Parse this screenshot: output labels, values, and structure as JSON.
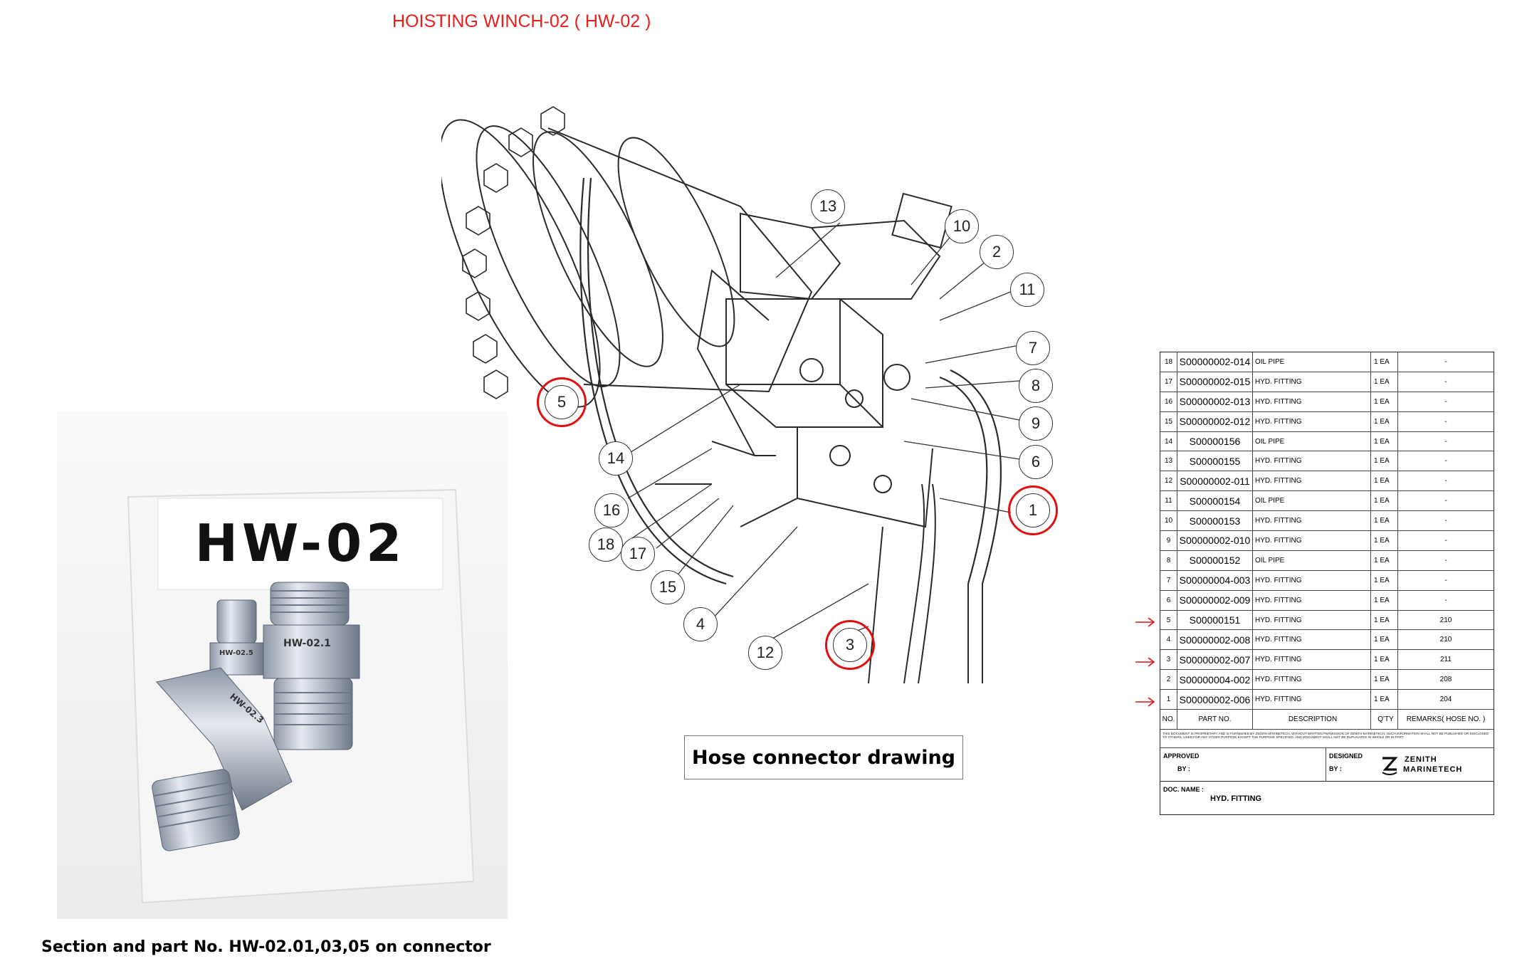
{
  "title": "HOISTING WINCH-02 ( HW-02 )",
  "photo": {
    "bag_label": "HW-02",
    "fitting_labels": [
      "HW-02.1",
      "HW-02.5",
      "HW-02.3"
    ]
  },
  "photo_caption": "Section and part No.  HW-02.01,03,05 on connector",
  "drawing_caption": "Hose connector drawing",
  "callouts": [
    "13",
    "10",
    "2",
    "11",
    "7",
    "8",
    "9",
    "6",
    "1",
    "5",
    "14",
    "16",
    "18",
    "17",
    "15",
    "4",
    "12",
    "3"
  ],
  "highlighted_callouts": [
    "5",
    "1",
    "3"
  ],
  "bom": {
    "header": {
      "no": "NO.",
      "part": "PART NO.",
      "desc": "DESCRIPTION",
      "qty": "Q'TY",
      "remarks": "REMARKS( HOSE NO. )"
    },
    "rows": [
      {
        "no": "18",
        "part": "S00000002-014",
        "desc": "OIL PIPE",
        "qty": "1 EA",
        "remarks": "-",
        "arrow": false
      },
      {
        "no": "17",
        "part": "S00000002-015",
        "desc": "HYD. FITTING",
        "qty": "1 EA",
        "remarks": "-",
        "arrow": false
      },
      {
        "no": "16",
        "part": "S00000002-013",
        "desc": "HYD. FITTING",
        "qty": "1 EA",
        "remarks": "-",
        "arrow": false
      },
      {
        "no": "15",
        "part": "S00000002-012",
        "desc": "HYD. FITTING",
        "qty": "1 EA",
        "remarks": "-",
        "arrow": false
      },
      {
        "no": "14",
        "part": "S00000156",
        "desc": "OIL PIPE",
        "qty": "1 EA",
        "remarks": "-",
        "arrow": false
      },
      {
        "no": "13",
        "part": "S00000155",
        "desc": "HYD. FITTING",
        "qty": "1 EA",
        "remarks": "-",
        "arrow": false
      },
      {
        "no": "12",
        "part": "S00000002-011",
        "desc": "HYD. FITTING",
        "qty": "1 EA",
        "remarks": "-",
        "arrow": false
      },
      {
        "no": "11",
        "part": "S00000154",
        "desc": "OIL PIPE",
        "qty": "1 EA",
        "remarks": "-",
        "arrow": false
      },
      {
        "no": "10",
        "part": "S00000153",
        "desc": "HYD. FITTING",
        "qty": "1 EA",
        "remarks": "-",
        "arrow": false
      },
      {
        "no": "9",
        "part": "S00000002-010",
        "desc": "HYD. FITTING",
        "qty": "1 EA",
        "remarks": "-",
        "arrow": false
      },
      {
        "no": "8",
        "part": "S00000152",
        "desc": "OIL PIPE",
        "qty": "1 EA",
        "remarks": "-",
        "arrow": false
      },
      {
        "no": "7",
        "part": "S00000004-003",
        "desc": "HYD. FITTING",
        "qty": "1 EA",
        "remarks": "-",
        "arrow": false
      },
      {
        "no": "6",
        "part": "S00000002-009",
        "desc": "HYD. FITTING",
        "qty": "1 EA",
        "remarks": "-",
        "arrow": false
      },
      {
        "no": "5",
        "part": "S00000151",
        "desc": "HYD. FITTING",
        "qty": "1 EA",
        "remarks": "210",
        "arrow": true
      },
      {
        "no": "4",
        "part": "S00000002-008",
        "desc": "HYD. FITTING",
        "qty": "1 EA",
        "remarks": "210",
        "arrow": false
      },
      {
        "no": "3",
        "part": "S00000002-007",
        "desc": "HYD. FITTING",
        "qty": "1 EA",
        "remarks": "211",
        "arrow": true
      },
      {
        "no": "2",
        "part": "S00000004-002",
        "desc": "HYD. FITTING",
        "qty": "1 EA",
        "remarks": "208",
        "arrow": false
      },
      {
        "no": "1",
        "part": "S00000002-006",
        "desc": "HYD. FITTING",
        "qty": "1 EA",
        "remarks": "204",
        "arrow": true
      }
    ],
    "note": "THIS DOCUMENT IS PROPRIETARY AND IS FURNISHED BY ZENITH MARINETECH, WITHOUT WRITTEN PERMISSION OF ZENITH MARINETECH, SUCH INFORMATION SHALL NOT BE PUBLISHED OR DISCLOSED TO OTHERS, USED FOR ANY OTHER PURPOSE EXCEPT THE PURPOSE SPECIFIED, AND DOCUMENT SHALL NOT BE DUPLICATED IN WHOLE OR IN PART.",
    "approved_label": "APPROVED",
    "approved_by": "BY :",
    "designed_label": "DESIGNED",
    "designed_by": "BY :",
    "company_line1": "ZENITH",
    "company_line2": "MARINETECH",
    "doc_name_label": "DOC. NAME :",
    "doc_name": "HYD. FITTING"
  },
  "colors": {
    "title_red": "#e8201c",
    "highlight_red": "#e01010",
    "arrow_red": "#e01010"
  }
}
